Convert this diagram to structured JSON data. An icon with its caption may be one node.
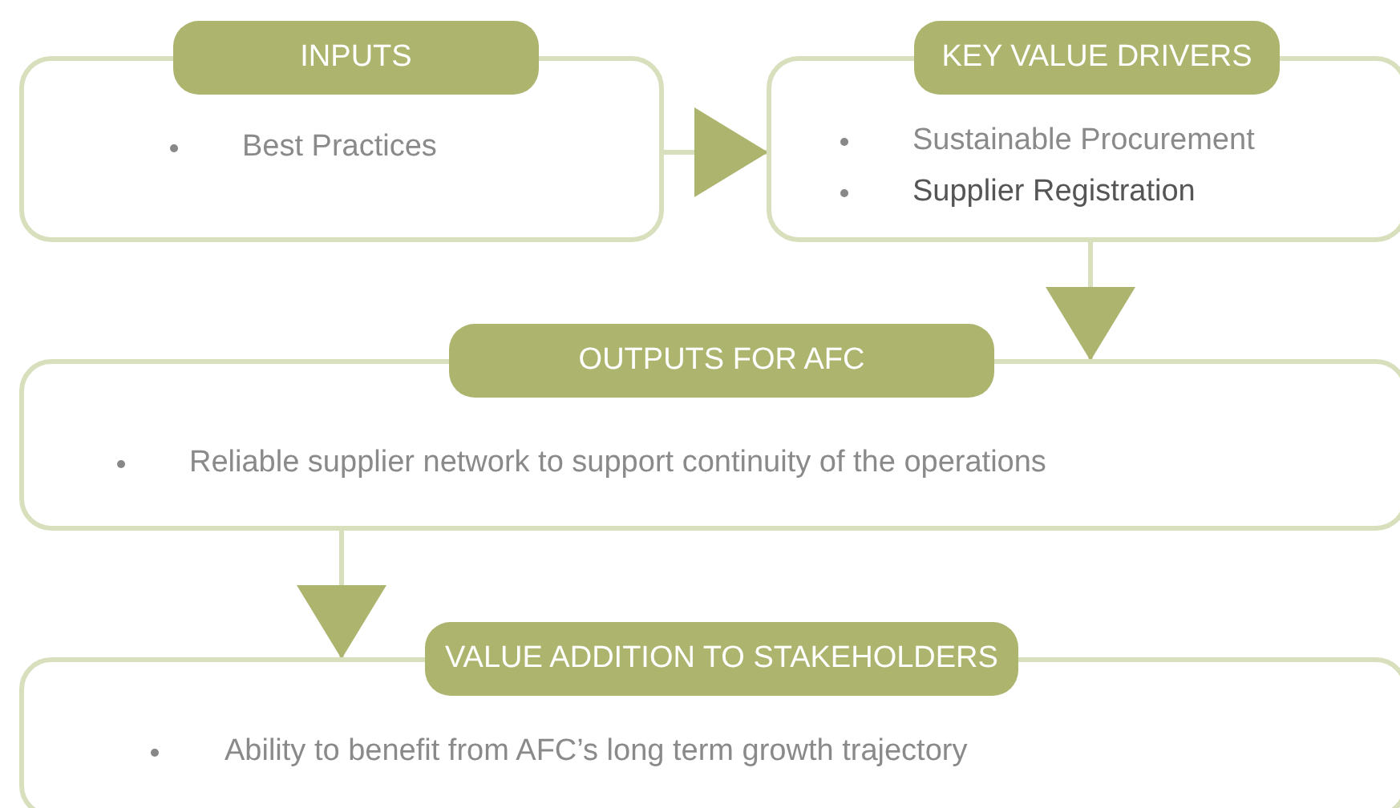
{
  "diagram": {
    "nodes": [
      {
        "text": [
          "INPUTS",
          "Best Practices"
        ]
      },
      {
        "text": [
          "KEY VALUE DRIVERS",
          "Sustainable Procurement",
          "Supplier Registration"
        ]
      },
      {
        "text": [
          "OUTPUTS FOR AFC",
          "Reliable supplier network to support continuity of the operations"
        ]
      },
      {
        "text": [
          "VALUE ADDITION TO STAKEHOLDERS",
          "Ability to benefit from AFC’s long term growth trajectory"
        ]
      }
    ],
    "edges": [
      {
        "from": 0,
        "to": 1,
        "arrow": "to"
      },
      {
        "from": 1,
        "to": 2,
        "arrow": "to"
      },
      {
        "from": 2,
        "to": 3,
        "arrow": "to"
      }
    ]
  }
}
